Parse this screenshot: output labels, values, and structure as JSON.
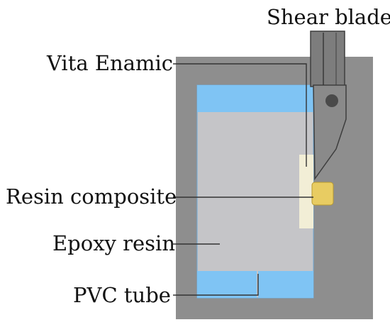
{
  "labels": {
    "shear_blade": "Shear blade",
    "vita_enamic": "Vita Enamic",
    "resin_composite": "Resin composite",
    "epoxy_resin": "Epoxy resin",
    "pvc_tube": "PVC tube"
  },
  "colors": {
    "mould_gray": "#8e8e8e",
    "epoxy_gray": "#c5c5c8",
    "pvc_blue": "#7fc4f4",
    "blade_gray": "#8a8a8a",
    "blade_dark": "#4a4a4a",
    "enamic_ivory": "#f2eed6",
    "composite_yellow": "#e8cc62",
    "leader_line": "#333333"
  }
}
